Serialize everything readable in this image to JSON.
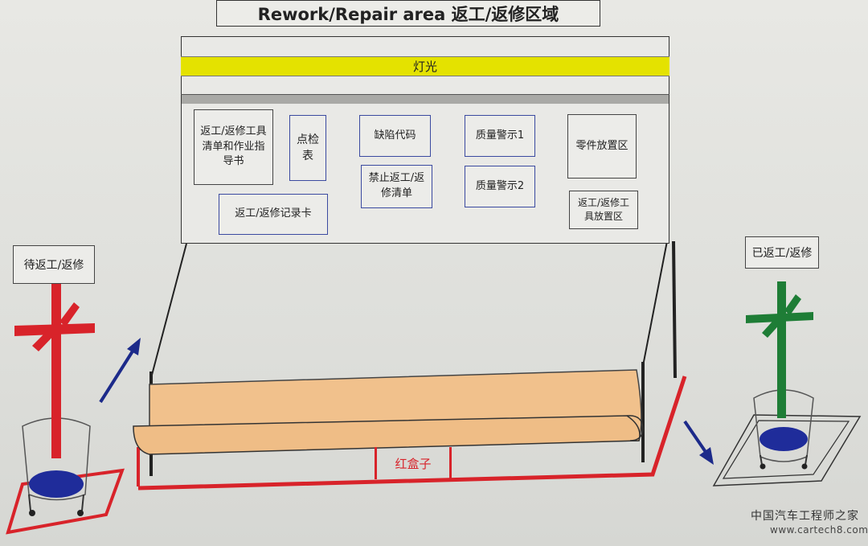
{
  "title": "Rework/Repair area 返工/返修区域",
  "board": {
    "light_label": "灯光",
    "cards": {
      "tool_list": "返工/返修工具清单和作业指导书",
      "checklist": "点检表",
      "defect_code": "缺陷代码",
      "prohibited_list": "禁止返工/返修清单",
      "quality_alert_1": "质量警示1",
      "quality_alert_2": "质量警示2",
      "parts_area": "零件放置区",
      "tool_area": "返工/返修工具放置区",
      "record_card": "返工/返修记录卡"
    }
  },
  "signs": {
    "pending": "待返工/返修",
    "done": "已返工/返修"
  },
  "red_box_label": "红盒子",
  "colors": {
    "light_bar": "#e4e200",
    "red": "#d8232a",
    "green": "#1e7d36",
    "blue_circle": "#1f2c9a",
    "tray": "#f1c18c",
    "arrow": "#1c2a8a"
  },
  "watermark": {
    "text": "中国汽车工程师之家",
    "url": "www.cartech8.com"
  }
}
